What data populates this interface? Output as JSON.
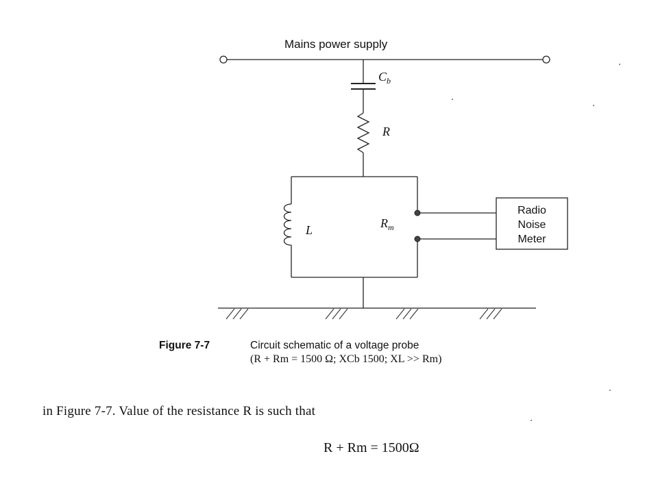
{
  "figure": {
    "supply_label": "Mains power supply",
    "capacitor_label": "C",
    "capacitor_sub": "b",
    "resistor_label": "R",
    "inductor_label": "L",
    "meter_resistor_label": "R",
    "meter_resistor_sub": "m",
    "meter_box": {
      "line1": "Radio",
      "line2": "Noise",
      "line3": "Meter"
    }
  },
  "caption": {
    "number": "Figure 7-7",
    "title": "Circuit schematic of a voltage probe",
    "condition": "(R + Rm = 1500 Ω; XCb 1500; XL >> Rm)"
  },
  "body": {
    "text": "in Figure 7-7. Value of the resistance R is such that",
    "equation": "R + Rm = 1500Ω"
  }
}
